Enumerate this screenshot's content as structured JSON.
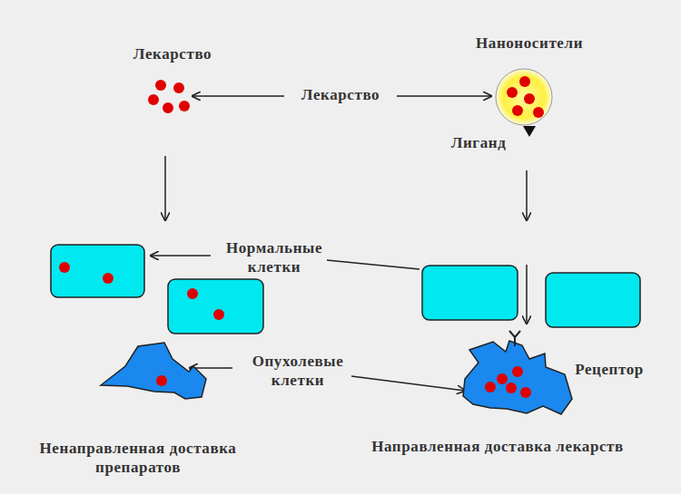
{
  "diagram": {
    "nodes": [
      {
        "text": [
          "Лекарство"
        ]
      },
      {
        "text": [
          "Наноносители"
        ]
      }
    ],
    "labels": [
      "Лекарство",
      "Лиганд",
      "Нормальные клетки",
      "Опухолевые клетки",
      "Рецептор",
      "Ненаправленная доставка препаратов",
      "Направленная доставка лекарств"
    ]
  }
}
